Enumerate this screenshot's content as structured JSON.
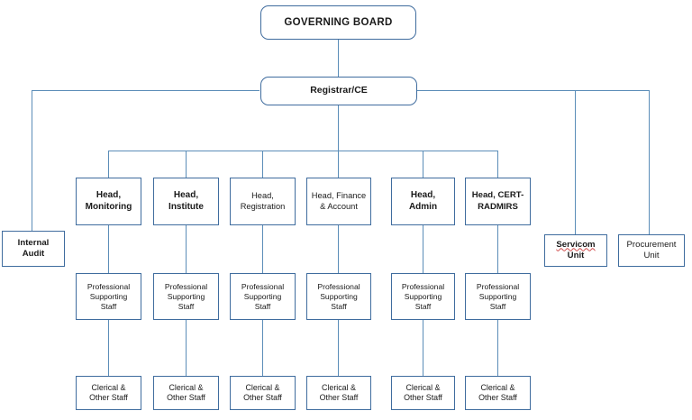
{
  "chart_data": {
    "type": "diagram",
    "title": "Organizational Structure Chart",
    "orientation": "top-down",
    "accent_color": "#3f6c9e",
    "line_color": "#5b8db8",
    "background": "#ffffff"
  },
  "nodes": {
    "governing_board": {
      "label": "GOVERNING BOARD"
    },
    "registrar": {
      "label": "Registrar/CE"
    },
    "internal_audit": {
      "label": "Internal\nAudit"
    },
    "servicom_unit": {
      "label": "Servicom",
      "label_line2": "Unit"
    },
    "procurement_unit": {
      "label": "Procurement\nUnit"
    }
  },
  "heads": [
    {
      "label": "Head,\nMonitoring"
    },
    {
      "label": "Head,\nInstitute"
    },
    {
      "label": "Head,\nRegistration"
    },
    {
      "label": "Head, Finance\n& Account"
    },
    {
      "label": "Head,\nAdmin"
    },
    {
      "label": "Head, CERT-\nRADMIRS"
    }
  ],
  "professional_staff": [
    {
      "label": "Professional\nSupporting\nStaff"
    },
    {
      "label": "Professional\nSupporting\nStaff"
    },
    {
      "label": "Professional\nSupporting\nStaff"
    },
    {
      "label": "Professional\nSupporting\nStaff"
    },
    {
      "label": "Professional\nSupporting\nStaff"
    },
    {
      "label": "Professional\nSupporting\nStaff"
    }
  ],
  "clerical_staff": [
    {
      "label": "Clerical &\nOther Staff"
    },
    {
      "label": "Clerical &\nOther Staff"
    },
    {
      "label": "Clerical &\nOther Staff"
    },
    {
      "label": "Clerical &\nOther Staff"
    },
    {
      "label": "Clerical &\nOther Staff"
    },
    {
      "label": "Clerical &\nOther Staff"
    }
  ]
}
